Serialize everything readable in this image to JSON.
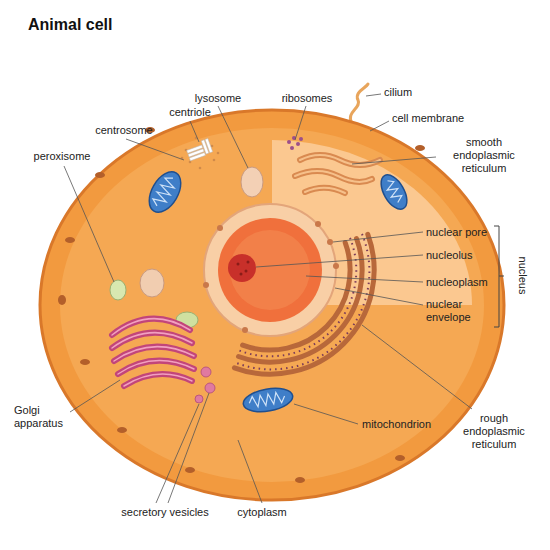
{
  "diagram": {
    "title": "Animal cell",
    "labels": [
      "lysosome",
      "ribosomes",
      "cilium",
      "centriole",
      "centrosome",
      "cell membrane",
      "smooth endoplasmic reticulum",
      "peroxisome",
      "nuclear pore",
      "nucleolus",
      "nucleoplasm",
      "nucleus",
      "nuclear envelope",
      "rough endoplasmic reticulum",
      "Golgi apparatus",
      "mitochondrion",
      "secretory vesicles",
      "cytoplasm"
    ]
  }
}
